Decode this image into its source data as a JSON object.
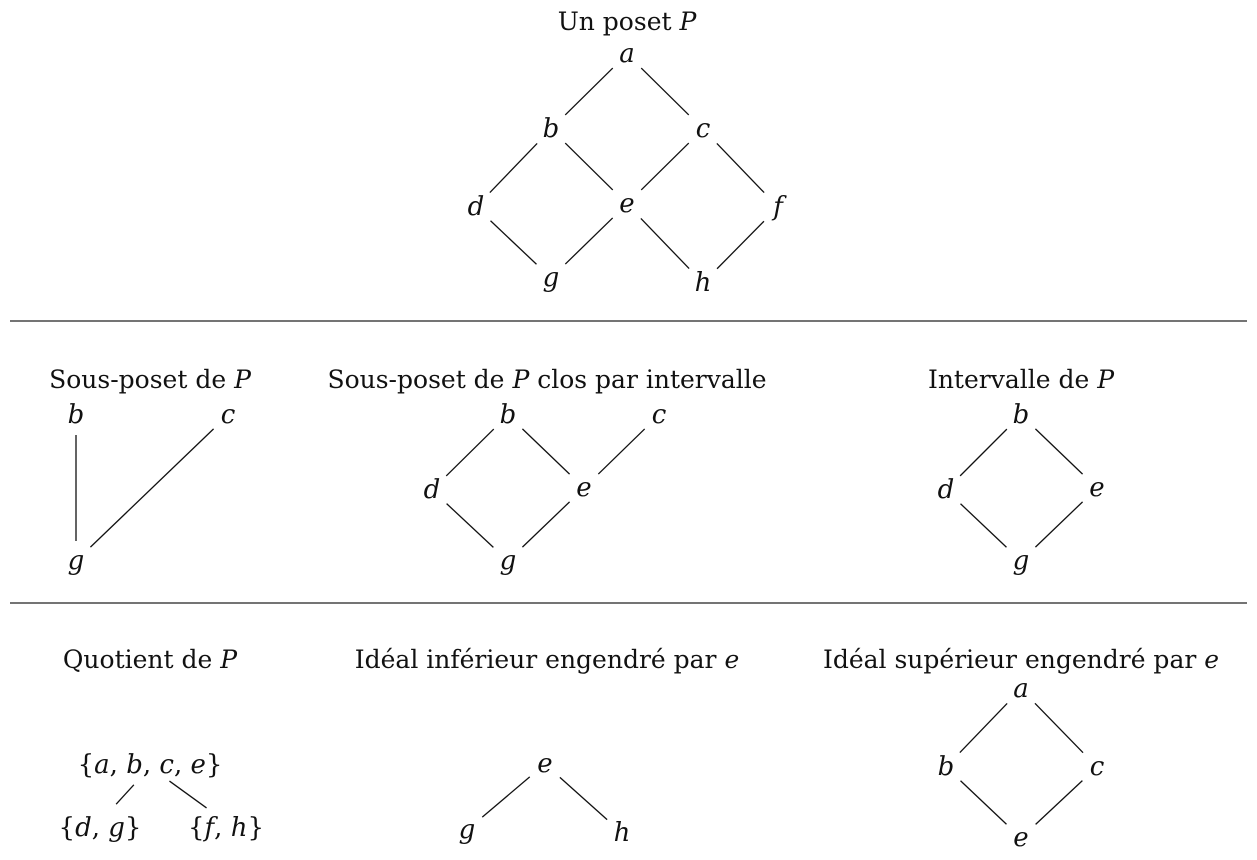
{
  "panels": {
    "poset": {
      "title": {
        "text": "Un poset ",
        "math": "P",
        "after": ""
      },
      "nodes": {
        "a": "a",
        "b": "b",
        "c": "c",
        "d": "d",
        "e": "e",
        "f": "f",
        "g": "g",
        "h": "h"
      },
      "edges": [
        [
          "a",
          "b"
        ],
        [
          "a",
          "c"
        ],
        [
          "b",
          "d"
        ],
        [
          "b",
          "e"
        ],
        [
          "c",
          "e"
        ],
        [
          "c",
          "f"
        ],
        [
          "d",
          "g"
        ],
        [
          "e",
          "g"
        ],
        [
          "e",
          "h"
        ],
        [
          "f",
          "h"
        ]
      ]
    },
    "subposet": {
      "title": {
        "text": "Sous-poset de ",
        "math": "P",
        "after": ""
      },
      "nodes": {
        "b": "b",
        "c": "c",
        "g": "g"
      },
      "edges": [
        [
          "b",
          "g"
        ],
        [
          "c",
          "g"
        ]
      ]
    },
    "convex_subposet": {
      "title": {
        "text": "Sous-poset de ",
        "math": "P",
        "after": " clos par intervalle"
      },
      "nodes": {
        "b": "b",
        "c": "c",
        "d": "d",
        "e": "e",
        "g": "g"
      },
      "edges": [
        [
          "b",
          "d"
        ],
        [
          "b",
          "e"
        ],
        [
          "c",
          "e"
        ],
        [
          "d",
          "g"
        ],
        [
          "e",
          "g"
        ]
      ]
    },
    "interval": {
      "title": {
        "text": "Intervalle de ",
        "math": "P",
        "after": ""
      },
      "nodes": {
        "b": "b",
        "d": "d",
        "e": "e",
        "g": "g"
      },
      "edges": [
        [
          "b",
          "d"
        ],
        [
          "b",
          "e"
        ],
        [
          "d",
          "g"
        ],
        [
          "e",
          "g"
        ]
      ]
    },
    "quotient": {
      "title": {
        "text": "Quotient de ",
        "math": "P",
        "after": ""
      },
      "nodes": {
        "top": [
          "a",
          "b",
          "c",
          "e"
        ],
        "left": [
          "d",
          "g"
        ],
        "right": [
          "f",
          "h"
        ]
      },
      "edges": [
        [
          "top",
          "left"
        ],
        [
          "top",
          "right"
        ]
      ]
    },
    "lower_ideal": {
      "title": {
        "text": "Idéal inférieur engendré par ",
        "math": "e",
        "after": ""
      },
      "nodes": {
        "e": "e",
        "g": "g",
        "h": "h"
      },
      "edges": [
        [
          "e",
          "g"
        ],
        [
          "e",
          "h"
        ]
      ]
    },
    "upper_ideal": {
      "title": {
        "text": "Idéal supérieur engendré par ",
        "math": "e",
        "after": ""
      },
      "nodes": {
        "a": "a",
        "b": "b",
        "c": "c",
        "e": "e"
      },
      "edges": [
        [
          "a",
          "b"
        ],
        [
          "a",
          "c"
        ],
        [
          "b",
          "e"
        ],
        [
          "c",
          "e"
        ]
      ]
    }
  }
}
